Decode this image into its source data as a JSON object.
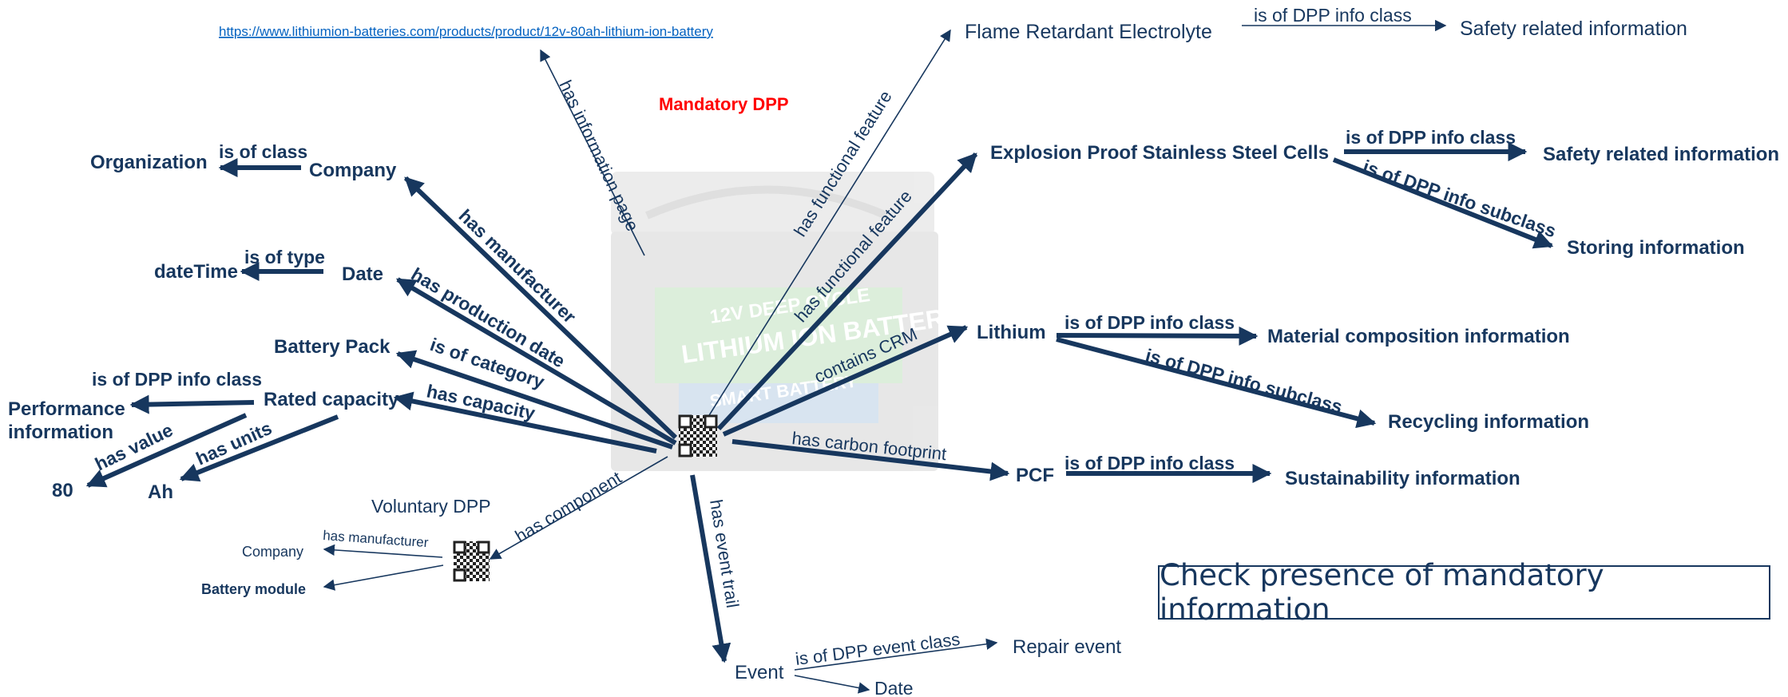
{
  "info_url": "https://www.lithiumion-batteries.com/products/product/12v-80ah-lithium-ion-battery",
  "mandatory_title": "Mandatory DPP",
  "voluntary_title": "Voluntary DPP",
  "check_box_text": "Check presence of mandatory information",
  "battery_image_text": {
    "line1": "12V DEEP CYCLE",
    "line2": "LITHIUM ION BATTERY",
    "line3": "SMART BATTERY"
  },
  "nodes": {
    "flame": "Flame Retardant Electrolyte",
    "flame_safety": "Safety related information",
    "explosion": "Explosion Proof Stainless Steel Cells",
    "explosion_safety": "Safety related information",
    "storing": "Storing information",
    "organization": "Organization",
    "company": "Company",
    "datetime": "dateTime",
    "date": "Date",
    "battery_pack": "Battery Pack",
    "performance_1": "Performance",
    "performance_2": "information",
    "rated_capacity": "Rated capacity",
    "value_80": "80",
    "ah": "Ah",
    "lithium": "Lithium",
    "material": "Material composition information",
    "recycling": "Recycling information",
    "pcf": "PCF",
    "sustainability": "Sustainability information",
    "vol_company": "Company",
    "vol_module": "Battery module",
    "event": "Event",
    "repair": "Repair event",
    "event_date": "Date"
  },
  "edges": {
    "has_information_page": "has information page",
    "has_functional_feature_1": "has functional feature",
    "has_functional_feature_2": "has functional feature",
    "flame_class": "is of DPP info class",
    "explosion_class": "is of DPP  info class",
    "explosion_subclass": "is of DPP info subclass",
    "has_manufacturer": "has manufacturer",
    "is_of_class": "is of class",
    "has_production_date": "has production date",
    "is_of_type": "is of type",
    "is_of_category": "is of category",
    "has_capacity": "has capacity",
    "rated_class": "is of DPP info class",
    "has_value": "has value",
    "has_units": "has units",
    "contains_crm": "contains CRM",
    "lithium_class": "is of DPP info class",
    "lithium_subclass": "is of DPP info subclass",
    "has_carbon_footprint": "has carbon footprint",
    "pcf_class": "is of DPP info class",
    "has_component": "has component",
    "vol_has_manufacturer": "has manufacturer",
    "has_event_trail": "has event trail",
    "event_class": "is of DPP event class"
  },
  "colors": {
    "node": "#17375e",
    "link": "#0563c1",
    "mandatory": "#ff0000"
  }
}
